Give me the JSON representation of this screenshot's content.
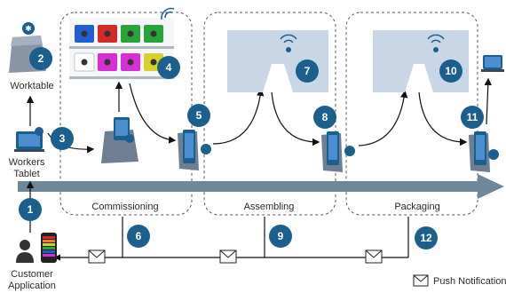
{
  "stations": {
    "worktable": "Worktable",
    "workers_tablet": [
      "Workers",
      "Tablet"
    ],
    "customer_application": [
      "Customer",
      "Application"
    ]
  },
  "stages": {
    "commissioning": "Commissioning",
    "assembling": "Assembling",
    "packaging": "Packaging"
  },
  "steps": [
    "1",
    "2",
    "3",
    "4",
    "5",
    "6",
    "7",
    "8",
    "9",
    "10",
    "11",
    "12"
  ],
  "legend": {
    "push_notification": "Push Notification"
  },
  "colors": {
    "step_circle": "#1d5f8c",
    "arrow_main": "#6e8799",
    "machine_fill": "#c9d6e6",
    "bin_colors": [
      "#1f5fd1",
      "#d42a2a",
      "#2aa33a",
      "#ffffff",
      "#d72fd1",
      "#d9d12a"
    ],
    "dashed_border": "#555555"
  }
}
